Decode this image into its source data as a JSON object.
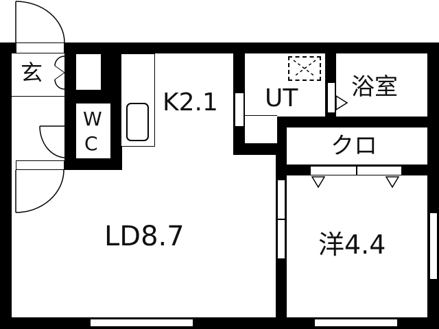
{
  "floor_plan": {
    "rooms": [
      {
        "id": "entrance",
        "label": "玄"
      },
      {
        "id": "toilet",
        "label": "W\nC",
        "line1": "W",
        "line2": "C"
      },
      {
        "id": "kitchen",
        "label": "K2.1"
      },
      {
        "id": "utility",
        "label": "UT"
      },
      {
        "id": "bathroom",
        "label": "浴室"
      },
      {
        "id": "closet",
        "label": "クロ"
      },
      {
        "id": "living_dining",
        "label": "LD8.7"
      },
      {
        "id": "western_room",
        "label": "洋4.4"
      }
    ],
    "colors": {
      "wall": "#000000",
      "floor": "#ffffff",
      "text": "#111111"
    }
  }
}
